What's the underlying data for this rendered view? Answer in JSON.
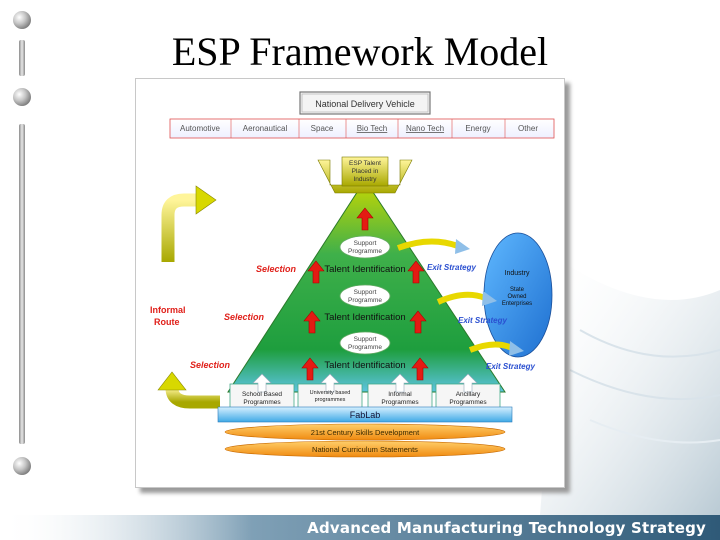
{
  "slide": {
    "title": "ESP Framework Model",
    "footer": "Advanced Manufacturing Technology Strategy"
  },
  "diagram": {
    "header": "National Delivery Vehicle",
    "sectors": [
      "Automotive",
      "Aeronautical",
      "Space",
      "Bio Tech",
      "Nano Tech",
      "Energy",
      "Other"
    ],
    "top_box": [
      "ESP Talent",
      "Placed in",
      "Industry"
    ],
    "support_programme": [
      "Support",
      "Programme"
    ],
    "talent_identification": "Talent Identification",
    "selection": "Selection",
    "exit_strategy": "Exit Strategy",
    "industry_ellipse": {
      "industry": "Industry",
      "soe": [
        "State",
        "Owned",
        "Enterprises"
      ]
    },
    "informal_route": [
      "Informal",
      "Route"
    ],
    "base_boxes": [
      [
        "School Based",
        "Programmes"
      ],
      [
        "University based",
        "programmes"
      ],
      [
        "Informal",
        "Programmes"
      ],
      [
        "Ancillary",
        "Programmes"
      ]
    ],
    "fablab": "FabLab",
    "skills_21st": "21st Century Skills Development",
    "curriculum": "National Curriculum Statements"
  }
}
